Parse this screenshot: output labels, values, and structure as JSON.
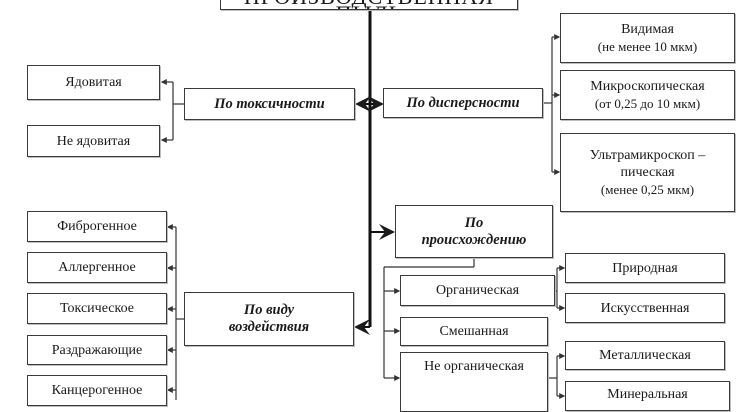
{
  "title": "ПРОИЗВОДСТВЕННАЯ ПЫЛЬ",
  "toxicity": {
    "label": "По токсичности",
    "items": [
      "Ядовитая",
      "Не ядовитая"
    ]
  },
  "dispersity": {
    "label": "По дисперсности",
    "items": [
      {
        "name": "Видимая",
        "note": "(не менее 10 мкм)"
      },
      {
        "name": "Микроскопическая",
        "note": "(от 0,25 до 10 мкм)"
      },
      {
        "name": "Ультрамикроскоп –",
        "name2": "пическая",
        "note": "(менее 0,25 мкм)"
      }
    ]
  },
  "origin": {
    "label_line1": "По",
    "label_line2": "происхождению",
    "items": [
      {
        "name": "Органическая",
        "children": [
          "Природная",
          "Искусственная"
        ]
      },
      {
        "name": "Смешанная",
        "children": []
      },
      {
        "name": "Не органическая",
        "children": [
          "Металлическая",
          "Минеральная"
        ]
      }
    ]
  },
  "effect": {
    "label_line1": "По виду",
    "label_line2": "воздействия",
    "items": [
      "Фиброгенное",
      "Аллергенное",
      "Токсическое",
      "Раздражающие",
      "Канцерогенное"
    ]
  }
}
